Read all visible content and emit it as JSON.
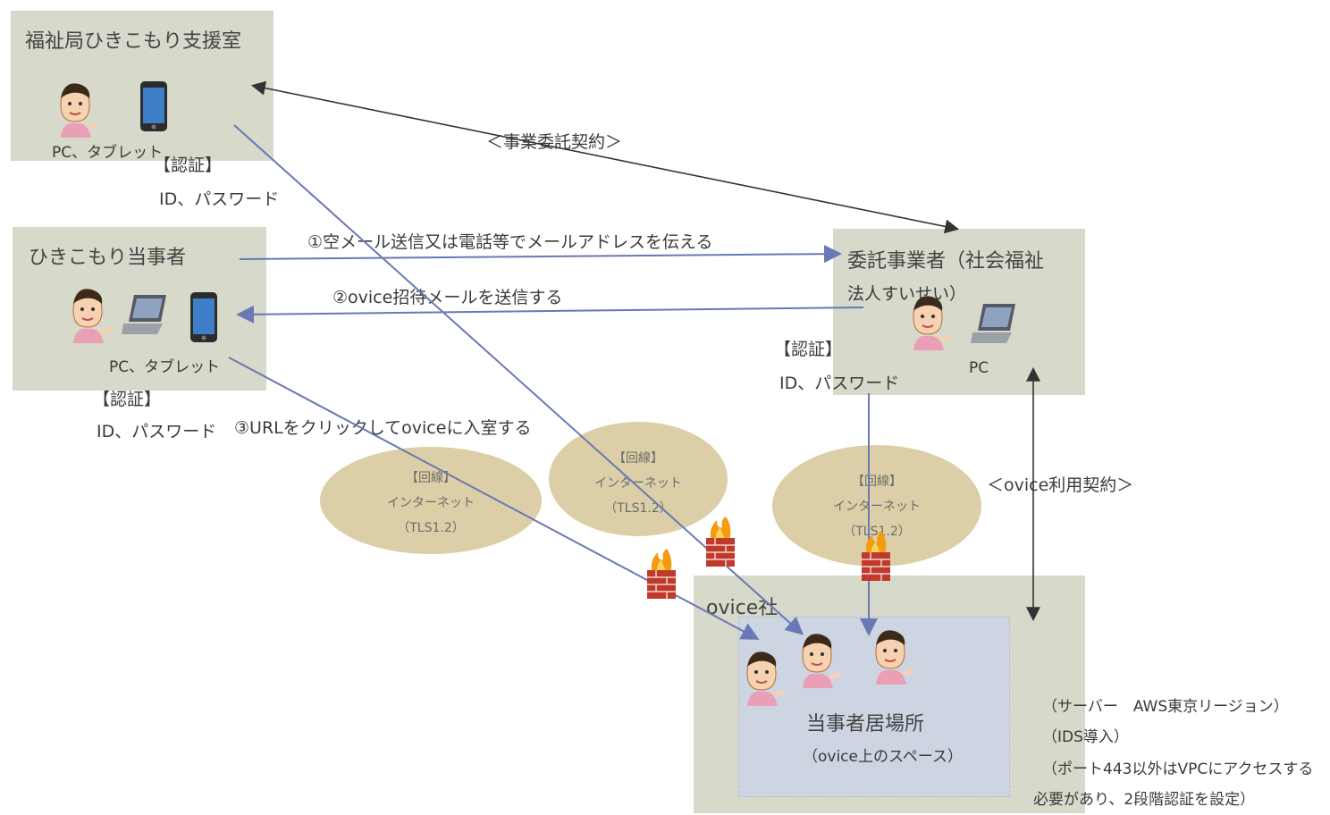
{
  "nodes": {
    "welfare_office": {
      "title": "福祉局ひきこもり支援室",
      "device": "PC、タブレット",
      "auth_label": "【認証】",
      "auth_value": "ID、パスワード"
    },
    "recluse_person": {
      "title": "ひきこもり当事者",
      "device": "PC、タブレット",
      "auth_label": "【認証】",
      "auth_value": "ID、パスワード"
    },
    "contractor": {
      "title_line1": "委託事業者（社会福祉",
      "title_line2": "法人すいせい）",
      "device": "PC",
      "auth_label": "【認証】",
      "auth_value": "ID、パスワード"
    },
    "ovice": {
      "title": "ovice社",
      "space_title": "当事者居場所",
      "space_sub": "（ovice上のスペース）"
    }
  },
  "edges": {
    "contract_business": "＜事業委託契約＞",
    "step1": "①空メール送信又は電話等でメールアドレスを伝える",
    "step2": "②ovice招待メールを送信する",
    "step3": "③URLをクリックしてoviceに入室する",
    "contract_ovice": "＜ovice利用契約＞"
  },
  "networks": [
    {
      "line1": "【回線】",
      "line2": "インターネット",
      "line3": "（TLS1.2）"
    },
    {
      "line1": "【回線】",
      "line2": "インターネット",
      "line3": "（TLS1.2）"
    },
    {
      "line1": "【回線】",
      "line2": "インターネット",
      "line3": "（TLS1.2）"
    }
  ],
  "server_notes": [
    "（サーバー　AWS東京リージョン）",
    "（IDS導入）",
    "（ポート443以外はVPCにアクセスする",
    "必要があり、2段階認証を設定）"
  ],
  "colors": {
    "box": "#d7d9cb",
    "ellipse": "#dccfa7",
    "space": "#cdd4e2",
    "arrow": "#6a78b4",
    "contract_arrow": "#333333",
    "firewall_brick": "#c0392b",
    "flame": "#f39c12"
  },
  "icons": [
    "person-icon",
    "smartphone-icon",
    "laptop-icon",
    "firewall-icon"
  ]
}
